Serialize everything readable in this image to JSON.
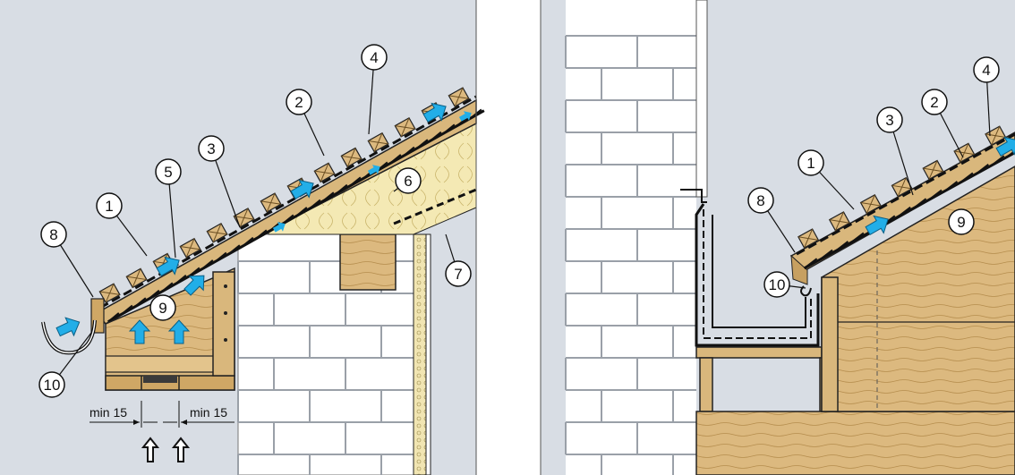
{
  "left_panel": {
    "callouts": [
      "1",
      "2",
      "3",
      "4",
      "5",
      "6",
      "7",
      "8",
      "9",
      "10"
    ],
    "dimensions": {
      "left": "min 15",
      "right": "min 15"
    }
  },
  "right_panel": {
    "callouts": [
      "1",
      "2",
      "3",
      "4",
      "8",
      "9",
      "10"
    ]
  },
  "colors": {
    "background": "#d8dde4",
    "wood": "#d9b77c",
    "wood_dark": "#a8813f",
    "brick": "#ffffff",
    "insulation": "#f3e6a8",
    "airflow": "#22aee8",
    "line": "#1a1a1a"
  }
}
